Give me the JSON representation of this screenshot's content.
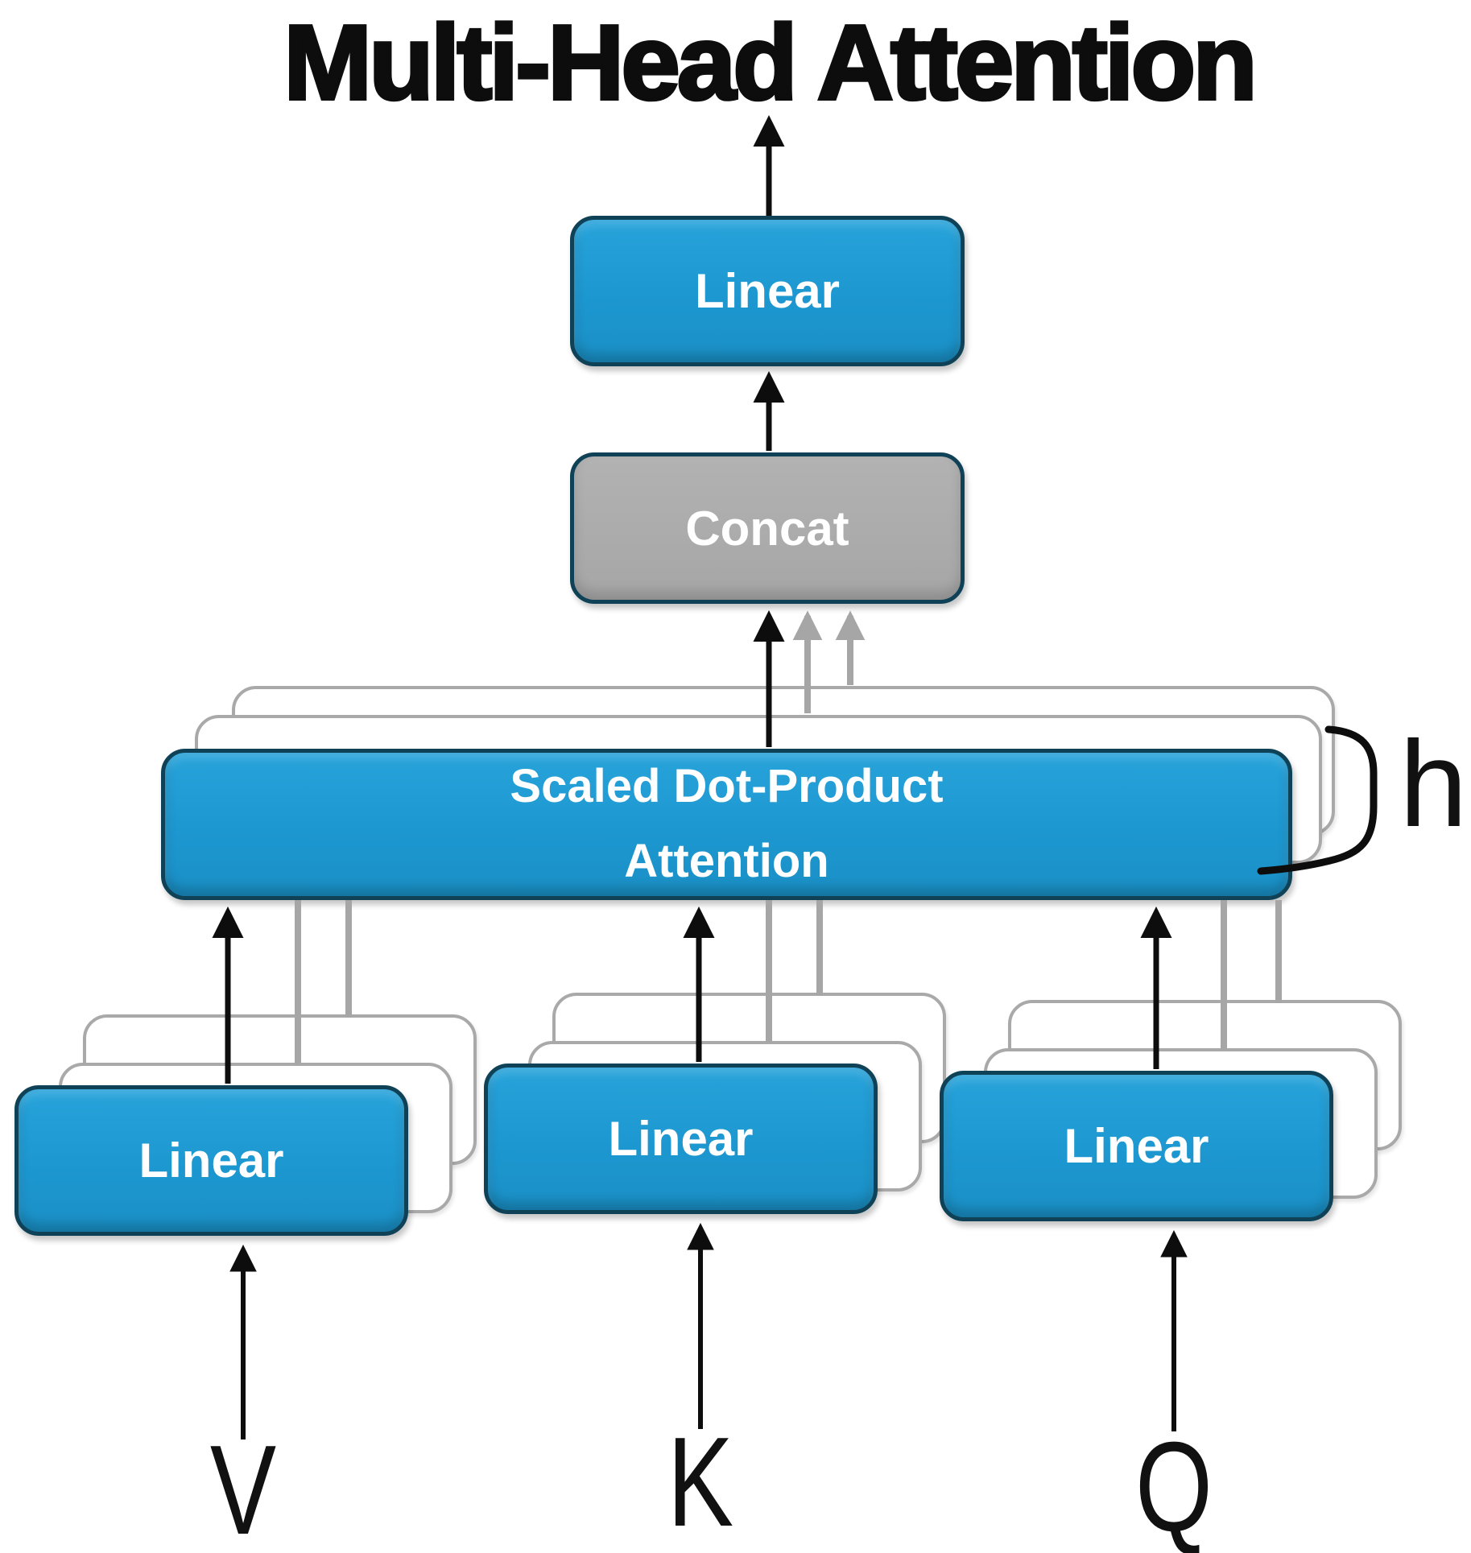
{
  "title": "Multi-Head Attention",
  "nodes": {
    "output_linear": {
      "label": "Linear"
    },
    "concat": {
      "label": "Concat"
    },
    "attention": {
      "line1": "Scaled Dot-Product",
      "line2": "Attention"
    },
    "v_linear": {
      "label": "Linear"
    },
    "k_linear": {
      "label": "Linear"
    },
    "q_linear": {
      "label": "Linear"
    }
  },
  "annotations": {
    "heads_label": "h"
  },
  "inputs": {
    "v": "V",
    "k": "K",
    "q": "Q"
  },
  "colors": {
    "box_blue": "#1d97d0",
    "box_border_dark": "#0f4257",
    "box_gray": "#a9a9a9",
    "layer_border": "#a9a9a9",
    "connector_gray": "#a6a6a6",
    "connector_black": "#000000",
    "text_on_box": "#ffffff",
    "text_main": "#0d0d0d"
  }
}
